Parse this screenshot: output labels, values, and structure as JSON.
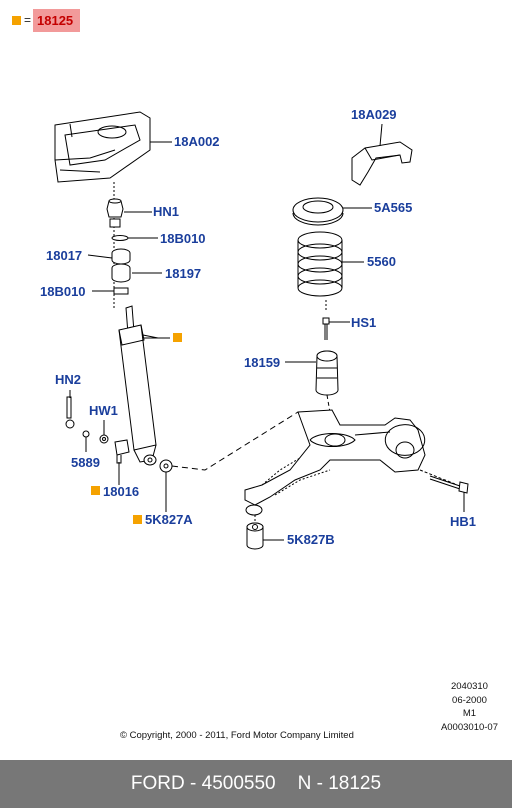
{
  "legend": {
    "equals": "=",
    "part": "18125"
  },
  "labels": {
    "p18A002": "18A002",
    "pHN1": "HN1",
    "p18B010a": "18B010",
    "p18017": "18017",
    "p18197": "18197",
    "p18B010b": "18B010",
    "pHN2": "HN2",
    "pHW1": "HW1",
    "p5889": "5889",
    "p18016": "18016",
    "p5K827A": "5K827A",
    "p18A029": "18A029",
    "p5A565": "5A565",
    "p5560": "5560",
    "pHS1": "HS1",
    "p18159": "18159",
    "pHB1": "HB1",
    "p5K827B": "5K827B"
  },
  "meta": {
    "line1": "2040310",
    "line2": "06-2000",
    "line3": "M1",
    "line4": "A0003010-07"
  },
  "copyright": "© Copyright, 2000 - 2011, Ford Motor Company Limited",
  "footer": {
    "left": "FORD - 4500550",
    "right": "N - 18125"
  },
  "colors": {
    "label": "#1a3e9c",
    "marker": "#f5a200",
    "highlight_bg": "#f29a9a",
    "highlight_text": "#c40000",
    "footer_bg": "#777777"
  }
}
